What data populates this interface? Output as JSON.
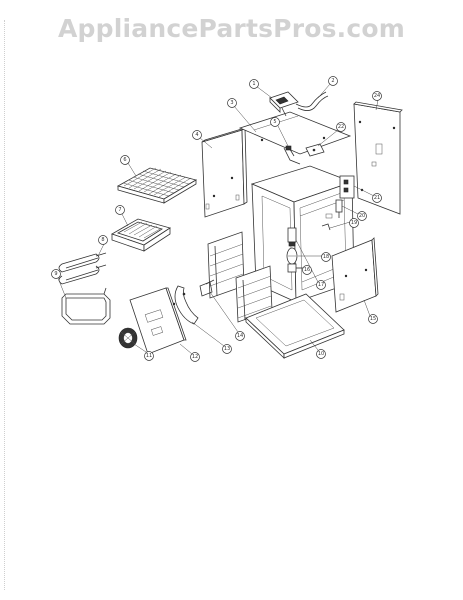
{
  "watermark": "AppliancePartsPros.com",
  "diagram": {
    "callouts": [
      {
        "part": "grill-grate",
        "number": "6"
      },
      {
        "part": "broiler-pan",
        "number": "7"
      },
      {
        "part": "broil-element",
        "number": "8"
      },
      {
        "part": "element-bracket",
        "number": "9"
      },
      {
        "part": "side-panel-left",
        "number": "4"
      },
      {
        "part": "inner-top-panel",
        "number": "3"
      },
      {
        "part": "thermostat",
        "number": "1"
      },
      {
        "part": "capillary-tube",
        "number": "2"
      },
      {
        "part": "rear-panel",
        "number": "24"
      },
      {
        "part": "wire-harness",
        "number": "5"
      },
      {
        "part": "terminal-block",
        "number": "22"
      },
      {
        "part": "switch",
        "number": "21"
      },
      {
        "part": "sensor",
        "number": "20"
      },
      {
        "part": "clip",
        "number": "19"
      },
      {
        "part": "rack-support",
        "number": "18"
      },
      {
        "part": "lamp-socket",
        "number": "17"
      },
      {
        "part": "lamp-cover",
        "number": "16"
      },
      {
        "part": "side-panel-right",
        "number": "15"
      },
      {
        "part": "bottom-panel",
        "number": "10"
      },
      {
        "part": "door-bracket",
        "number": "14"
      },
      {
        "part": "hinge",
        "number": "13"
      },
      {
        "part": "control-panel",
        "number": "12"
      },
      {
        "part": "knob",
        "number": "11"
      }
    ]
  }
}
